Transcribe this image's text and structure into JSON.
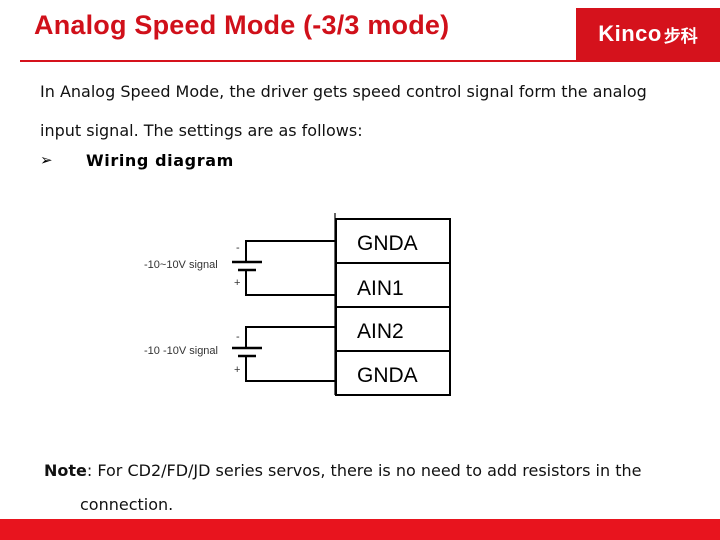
{
  "header": {
    "title": "Analog Speed Mode (-3/3 mode)",
    "logo_text": "Kinco",
    "logo_cjk": "步科",
    "accent_color": "#d5121c"
  },
  "intro": {
    "line1": "In Analog Speed Mode, the driver gets speed control signal form the analog",
    "line2": "input signal. The settings are as follows:"
  },
  "bullet": {
    "icon": "arrow-bullet-icon",
    "glyph": "➢",
    "label": "Wiring diagram"
  },
  "diagram": {
    "terminals": [
      "GNDA",
      "AIN1",
      "AIN2",
      "GNDA"
    ],
    "sources": [
      {
        "label": "-10~10V signal",
        "minus": "-",
        "plus": "+"
      },
      {
        "label": "-10 -10V signal",
        "minus": "-",
        "plus": "+"
      }
    ]
  },
  "note": {
    "label": "Note",
    "text_line1": ": For CD2/FD/JD series servos, there is no need to add resistors in the",
    "text_line2": "connection."
  },
  "footer": {
    "bar_color": "#e8141e"
  }
}
